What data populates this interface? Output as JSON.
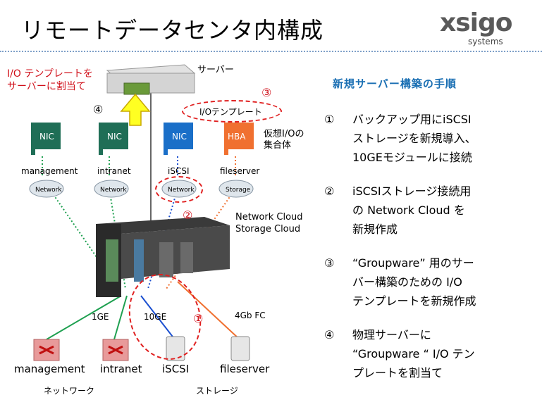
{
  "title": "リモートデータセンタ内構成",
  "logo": {
    "main": "xsigo",
    "sub": "systems"
  },
  "server": {
    "label": "サーバー"
  },
  "io_assign": {
    "line1": "I/O テンプレートを",
    "line2": "サーバーに割当て"
  },
  "io_template_label": "I/Oテンプレート",
  "circles": {
    "c1": "①",
    "c2": "②",
    "c3": "③",
    "c4": "④"
  },
  "virtual_io": {
    "label_line1": "仮想I/Oの",
    "label_line2": "集合体",
    "cards": [
      "NIC",
      "NIC",
      "NIC",
      "HBA"
    ],
    "colors": {
      "nic_green": "#1f6e56",
      "nic_blue": "#1a6fc8",
      "hba_orange": "#f07030"
    }
  },
  "clouds": {
    "labels": [
      "management",
      "intranet",
      "iSCSI",
      "fileserver"
    ],
    "names": [
      "Network",
      "Network",
      "Network",
      "Storage"
    ],
    "caption_line1": "Network Cloud",
    "caption_line2": "Storage Cloud"
  },
  "links": {
    "ge1": "1GE",
    "ge10": "10GE",
    "fc": "4Gb FC"
  },
  "network_group": {
    "caption": "ネットワーク",
    "items": [
      "management",
      "intranet"
    ]
  },
  "storage_group": {
    "caption": "ストレージ",
    "items": [
      "iSCSI",
      "fileserver"
    ]
  },
  "steps": {
    "title": "新規サーバー構築の手順",
    "items": [
      {
        "num": "①",
        "lines": [
          "バックアップ用にiSCSI",
          "ストレージを新規導入、",
          "10GEモジュールに接続"
        ]
      },
      {
        "num": "②",
        "lines": [
          "iSCSIストレージ接続用",
          "の Network Cloud を",
          "新規作成"
        ]
      },
      {
        "num": "③",
        "lines": [
          "“Groupware” 用のサー",
          "バー構築のための I/O",
          "テンプレートを新規作成"
        ]
      },
      {
        "num": "④",
        "lines": [
          "物理サーバーに",
          "“Groupware “ I/O テン",
          "プレートを割当て"
        ]
      }
    ]
  }
}
